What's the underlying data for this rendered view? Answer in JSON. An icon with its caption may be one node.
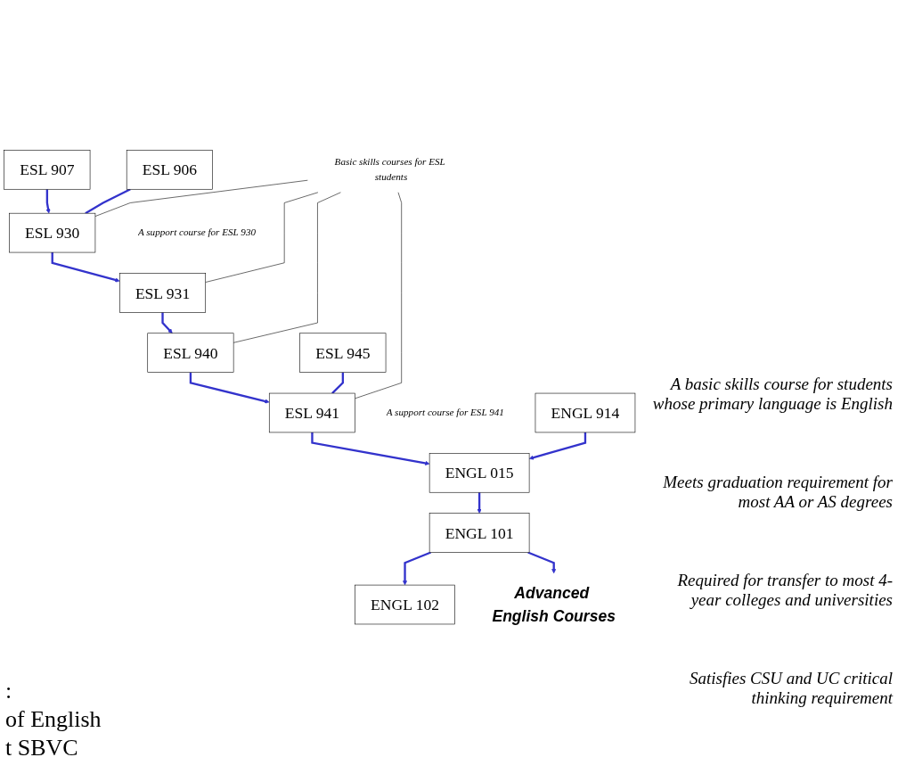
{
  "diagram": {
    "nodes": [
      {
        "text": [
          "ESL 907"
        ]
      },
      {
        "text": [
          "ESL 930"
        ]
      },
      {
        "text": [
          "ESL 906"
        ],
        "beside": [
          "A support course for ESL 930"
        ]
      },
      {
        "text": [
          "ESL 931"
        ]
      },
      {
        "text": [
          "ESL 940"
        ]
      },
      {
        "text": [
          "ESL 941"
        ]
      },
      {
        "text": [
          "ESL 945"
        ],
        "beside": [
          "A support course for ESL 941"
        ]
      },
      {
        "text": [
          "ENGL 914"
        ]
      },
      {
        "text": [
          "ENGL 015"
        ]
      },
      {
        "text": [
          "ENGL 101"
        ]
      },
      {
        "text": [
          "ENGL 102"
        ]
      },
      {
        "text": [
          "Advanced English Courses"
        ]
      },
      {
        "text": [
          "Basic skills courses for ESL students"
        ]
      }
    ],
    "edges": [
      {
        "from": 0,
        "to": 1,
        "arrow": "to"
      },
      {
        "from": 2,
        "to": 1,
        "arrow": "none"
      },
      {
        "from": 1,
        "to": 3,
        "arrow": "to"
      },
      {
        "from": 3,
        "to": 4,
        "arrow": "to"
      },
      {
        "from": 4,
        "to": 5,
        "arrow": "to"
      },
      {
        "from": 6,
        "to": 5,
        "arrow": "none"
      },
      {
        "from": 5,
        "to": 8,
        "arrow": "to"
      },
      {
        "from": 7,
        "to": 8,
        "arrow": "to"
      },
      {
        "from": 8,
        "to": 9,
        "arrow": "to"
      },
      {
        "from": 9,
        "to": 10,
        "arrow": "to"
      },
      {
        "from": 9,
        "to": 11,
        "arrow": "to"
      },
      {
        "from": 12,
        "to": 1,
        "arrow": "none",
        "color": "#000000"
      },
      {
        "from": 12,
        "to": 3,
        "arrow": "none",
        "color": "#000000"
      },
      {
        "from": 12,
        "to": 4,
        "arrow": "none",
        "color": "#000000"
      },
      {
        "from": 12,
        "to": 5,
        "arrow": "none",
        "color": "#000000"
      }
    ],
    "labels": [
      "A basic skills course for students whose primary language is English",
      "Meets graduation requirement for most AA or AS degrees",
      "Required for transfer to most 4-year colleges and universities",
      "Satisfies CSU and UC critical thinking requirement",
      ":",
      "of English",
      "t SBVC"
    ]
  }
}
